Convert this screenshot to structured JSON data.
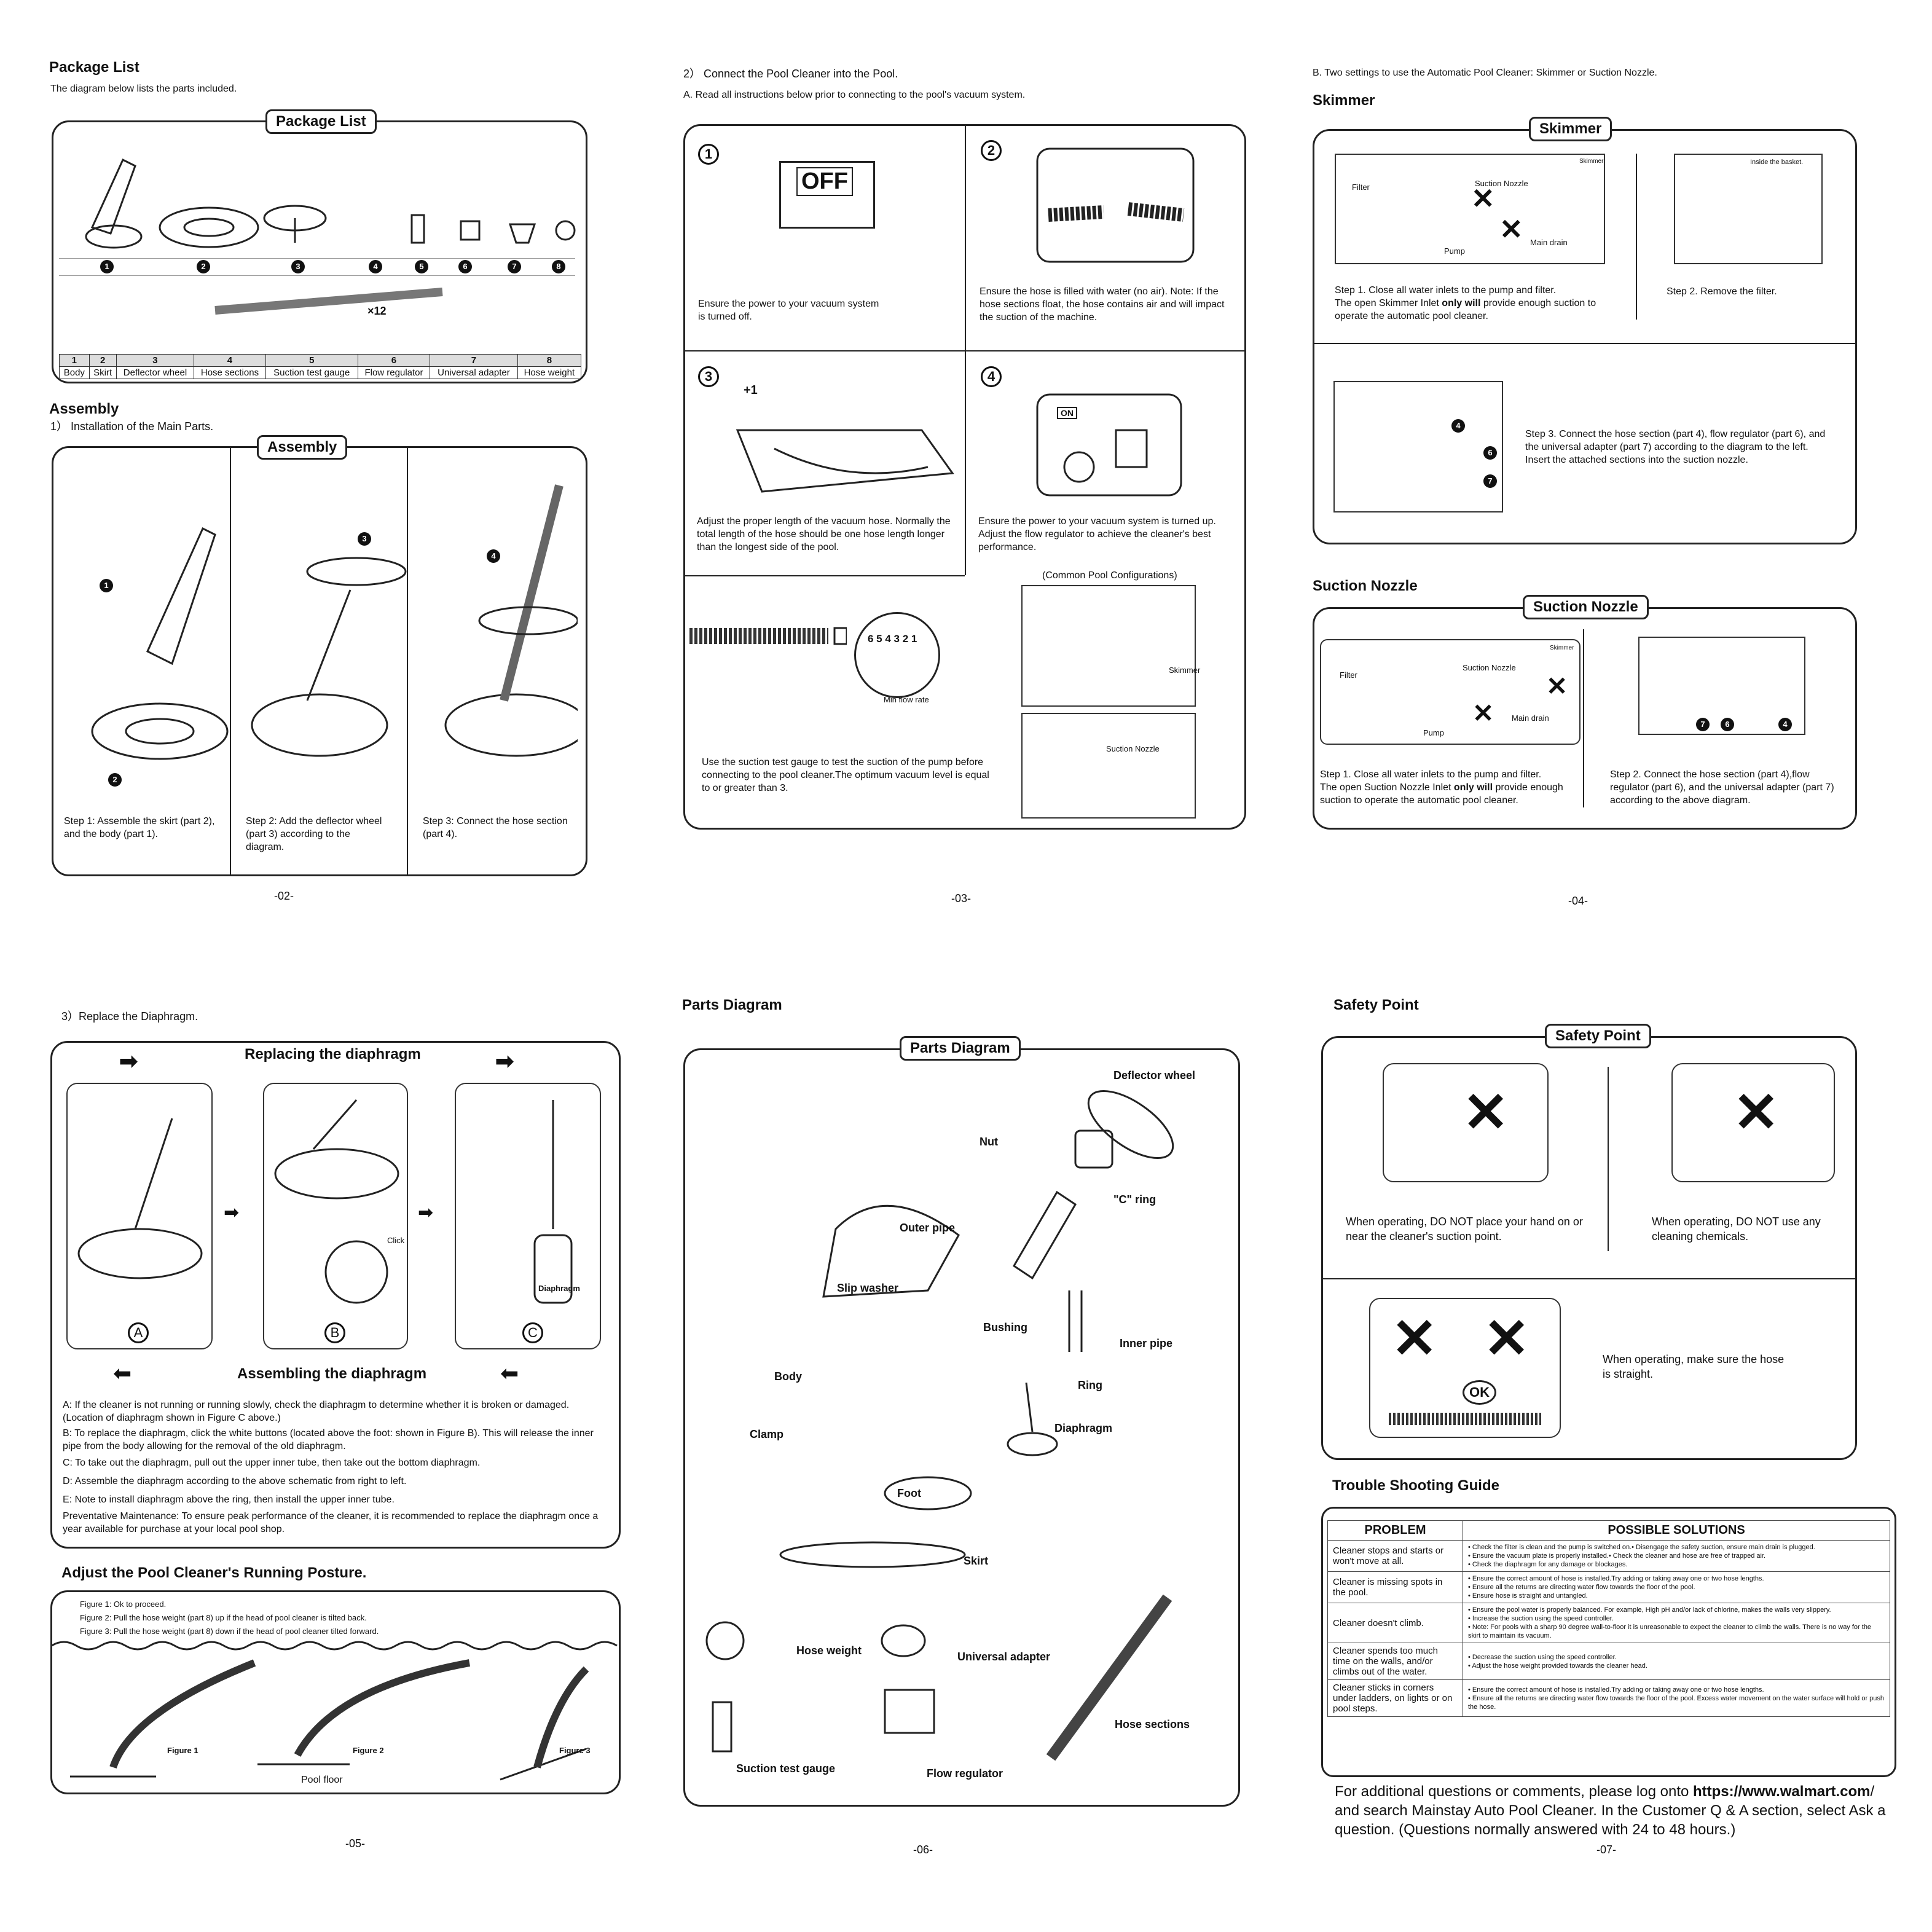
{
  "p2": {
    "h1": "Package List",
    "sub": "The diagram below lists the parts included.",
    "box_tag": "Package List",
    "qty": "×12",
    "nums": [
      "1",
      "2",
      "3",
      "4",
      "5",
      "6",
      "7",
      "8"
    ],
    "parts": [
      "Body",
      "Skirt",
      "Deflector wheel",
      "Hose sections",
      "Suction test gauge",
      "Flow regulator",
      "Universal adapter",
      "Hose weight"
    ],
    "h2": "Assembly",
    "sub2": "1） Installation of the Main Parts.",
    "box2": "Assembly",
    "step1": "Step 1: Assemble the skirt (part 2), and the body (part 1).",
    "step2": "Step 2: Add the deflector wheel (part 3) according to the diagram.",
    "step3": "Step 3: Connect the hose section (part 4).",
    "page": "-02-"
  },
  "p3": {
    "intro": "2） Connect the Pool Cleaner into the Pool.",
    "intro2": "A. Read all instructions below prior to connecting to the pool's vacuum system.",
    "c1": "Ensure the power to your vacuum system is turned off.",
    "off": "OFF",
    "c2": "Ensure the hose is filled with water (no air). Note:  If the hose sections float, the hose contains air and will impact the suction of the machine.",
    "c3": "Adjust the proper length of the vacuum hose. Normally the total length of the hose should be one hose length longer than the longest side of the pool.",
    "plus1": "+1",
    "c4": "Ensure the power to your vacuum system is turned up. Adjust the flow regulator to achieve the cleaner's best performance.",
    "on": "ON",
    "gauge": "Use the suction test gauge to test the suction of the pump before connecting to the pool cleaner.The optimum vacuum level is equal to or greater than 3.",
    "gaugenums": "6 5 4 3 2 1",
    "minflow": "Min flow rate",
    "config": "(Common Pool Configurations)",
    "skimmer": "Skimmer",
    "nozzle": "Suction Nozzle",
    "page": "-03-"
  },
  "p4": {
    "intro": "B. Two settings to use the Automatic Pool Cleaner:  Skimmer or Suction Nozzle.",
    "h1": "Skimmer",
    "tag1": "Skimmer",
    "step1a": "Step 1. Close all water inlets to the pump and filter.",
    "step1b": "The open Skimmer Inlet ",
    "step1bold": "only will",
    "step1c": " provide enough suction to operate the automatic pool cleaner.",
    "step2": "Step 2. Remove the filter.",
    "basket": "Inside the basket.",
    "step3": "Step 3. Connect the hose section (part 4), flow regulator (part 6), and the universal adapter (part 7) according to the diagram to the left. Insert the attached sections into the suction nozzle.",
    "filter": "Filter",
    "pump": "Pump",
    "nozzle_l": "Suction Nozzle",
    "drain": "Main drain",
    "skim_l": "Skimmer",
    "h2": "Suction Nozzle",
    "tag2": "Suction Nozzle",
    "n1a": "Step 1. Close all water inlets to the pump and filter.",
    "n1b": "The open Suction Nozzle Inlet ",
    "n1bold": "only will",
    "n1c": " provide enough suction to operate the automatic pool cleaner.",
    "n2": "Step 2. Connect the hose section (part 4),flow regulator (part 6), and the universal adapter (part 7) according to the above diagram.",
    "page": "-04-"
  },
  "p5": {
    "intro": "3）Replace the Diaphragm.",
    "t1": "Replacing the diaphragm",
    "t2": "Assembling the diaphragm",
    "A": "A",
    "B": "B",
    "C": "C",
    "click": "Click",
    "diaphragm": "Diaphragm",
    "lines": [
      "A:  If the cleaner is not running or running slowly, check the diaphragm to determine whether it is broken or damaged. (Location of diaphragm shown in Figure C above.)",
      "B: To replace the diaphragm, click the white buttons (located above the foot: shown in Figure B). This will release the inner pipe from the body allowing for the removal of the old diaphragm.",
      "C: To take out the diaphragm, pull out the upper inner tube, then take out the bottom diaphragm.",
      "D: Assemble the diaphragm according to the above schematic from right to left.",
      "E: Note to install diaphragm above the ring, then install the upper inner tube.",
      "Preventative Maintenance: To ensure peak performance of the cleaner, it is recommended to replace the diaphragm once a year available for purchase at your local pool shop."
    ],
    "h2": "Adjust the Pool Cleaner's Running Posture.",
    "figs": [
      "Figure 1: Ok to proceed.",
      "Figure 2: Pull the hose weight (part 8) up if the head of pool cleaner is tilted back.",
      "Figure 3: Pull the hose weight (part 8) down if the head of pool cleaner tilted forward."
    ],
    "f1": "Figure 1",
    "f2": "Figure 2",
    "f3": "Figure 3",
    "floor": "Pool floor",
    "page": "-05-"
  },
  "p6": {
    "h1": "Parts Diagram",
    "tag": "Parts Diagram",
    "labels": [
      "Deflector wheel",
      "Nut",
      "\"C\"  ring",
      "Outer pipe",
      "Slip washer",
      "Bushing",
      "Inner pipe",
      "Body",
      "Ring",
      "Diaphragm",
      "Clamp",
      "Foot",
      "Skirt",
      "Hose weight",
      "Universal adapter",
      "Hose sections",
      "Suction test gauge",
      "Flow regulator"
    ],
    "page": "-06-"
  },
  "p7": {
    "h1": "Safety Point",
    "tag": "Safety Point",
    "s1": "When operating, DO NOT place your hand on or near the cleaner's suction point.",
    "s2": "When operating, DO NOT use any cleaning chemicals.",
    "s3": "When operating, make sure the hose is straight.",
    "ok": "OK",
    "h2": "Trouble Shooting Guide",
    "colp": "PROBLEM",
    "cols": "POSSIBLE SOLUTIONS",
    "rows": [
      {
        "p": "Cleaner stops and starts or won't move at all.",
        "s": [
          "Check the filter is clean and the pump is switched on.•  Disengage the safety suction, ensure main drain is plugged.",
          "Ensure the vacuum plate is properly installed.•  Check the cleaner and hose are free of trapped air.",
          "Check the diaphragm for any damage or blockages."
        ]
      },
      {
        "p": "Cleaner is missing spots in the pool.",
        "s": [
          "Ensure the correct amount of hose is installed.Try adding or taking away one or two hose lengths.",
          "Ensure all the returns are directing water flow towards the floor of the pool.",
          "Ensure hose is straight and untangled."
        ]
      },
      {
        "p": "Cleaner doesn't climb.",
        "s": [
          "Ensure the pool water is properly balanced. For example, High pH and/or lack of chlorine, makes the walls very slippery.",
          "Increase the suction using the speed controller.",
          "Note: For pools with a sharp 90 degree wall-to-floor it is unreasonable to expect the cleaner to climb the walls. There is no way for the skirt to maintain its vacuum."
        ]
      },
      {
        "p": "Cleaner spends too much time on the walls, and/or climbs out of the water.",
        "s": [
          "Decrease the suction using the speed controller.",
          "Adjust the hose weight provided towards the cleaner head."
        ]
      },
      {
        "p": "Cleaner sticks in corners under ladders, on lights or on pool steps.",
        "s": [
          "Ensure the correct amount of hose is installed.Try adding or taking away one or two hose lengths.",
          "Ensure all the returns are directing water flow towards the floor of the pool. Excess water movement on the water surface will hold or push the hose."
        ]
      }
    ],
    "foot_a": "For additional questions or comments, please log onto ",
    "foot_url": "https://www.walmart.com",
    "foot_b": "/ and search Mainstay Auto Pool Cleaner. In the Customer Q & A section, select Ask a question.  (Questions normally answered with 24 to 48 hours.)",
    "page": "-07-"
  }
}
